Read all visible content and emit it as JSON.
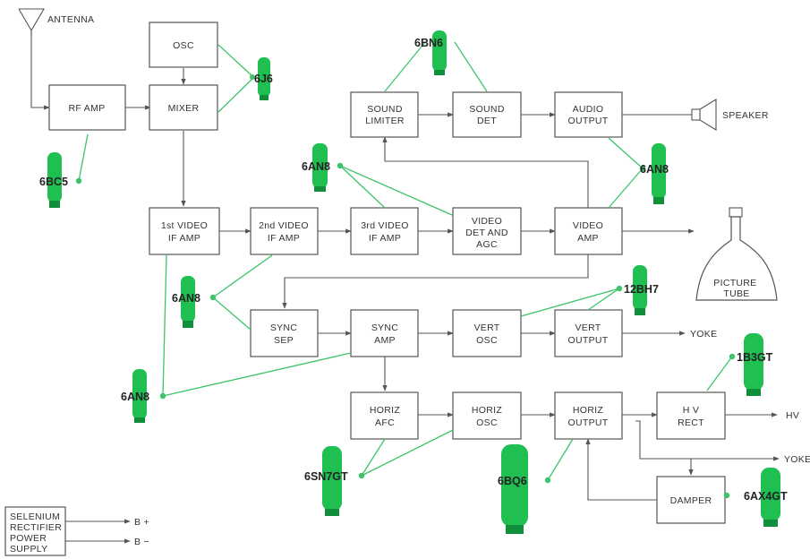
{
  "labels": {
    "antenna": "ANTENNA",
    "speaker": "SPEAKER",
    "yoke1": "YOKE",
    "yoke2": "YOKE",
    "hv": "HV",
    "b_plus": "B +",
    "b_minus": "B −"
  },
  "blocks": {
    "osc": [
      "OSC"
    ],
    "rf_amp": [
      "RF  AMP"
    ],
    "mixer": [
      "MIXER"
    ],
    "sound_limiter": [
      "SOUND",
      "LIMITER"
    ],
    "sound_det": [
      "SOUND",
      "DET"
    ],
    "audio_output": [
      "AUDIO",
      "OUTPUT"
    ],
    "if1": [
      "1st VIDEO",
      "IF AMP"
    ],
    "if2": [
      "2nd  VIDEO",
      "IF AMP"
    ],
    "if3": [
      "3rd VIDEO",
      "IF AMP"
    ],
    "video_det": [
      "VIDEO",
      "DET AND",
      "AGC"
    ],
    "video_amp": [
      "VIDEO",
      "AMP"
    ],
    "sync_sep": [
      "SYNC",
      "SEP"
    ],
    "sync_amp": [
      "SYNC",
      "AMP"
    ],
    "vert_osc": [
      "VERT",
      "OSC"
    ],
    "vert_output": [
      "VERT",
      "OUTPUT"
    ],
    "horiz_afc": [
      "HORIZ",
      "AFC"
    ],
    "horiz_osc": [
      "HORIZ",
      "OSC"
    ],
    "horiz_output": [
      "HORIZ",
      "OUTPUT"
    ],
    "hv_rect": [
      "H V",
      "RECT"
    ],
    "damper": [
      "DAMPER"
    ],
    "power_supply": [
      "SELENIUM",
      "RECTIFIER",
      "POWER",
      "SUPPLY"
    ],
    "picture_tube": [
      "PICTURE",
      "TUBE"
    ]
  },
  "tubes": {
    "t_6bn6": "6BN6",
    "t_6j6": "6J6",
    "t_6bc5": "6BC5",
    "t_6an8_a": "6AN8",
    "t_6an8_b": "6AN8",
    "t_6an8_c": "6AN8",
    "t_6an8_d": "6AN8",
    "t_12bh7": "12BH7",
    "t_1b3gt": "1B3GT",
    "t_6sn7gt": "6SN7GT",
    "t_6bq6": "6BQ6",
    "t_6ax4gt": "6AX4GT"
  },
  "colors": {
    "highlight": "#3cc46a",
    "tube": "#1fbf52",
    "line": "#555555"
  }
}
